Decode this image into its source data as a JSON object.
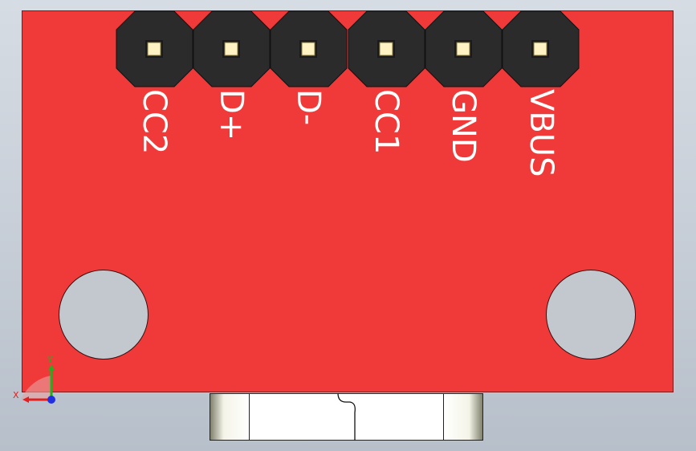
{
  "board": {
    "color": "#f03a3a",
    "pins": [
      {
        "label": "CC2"
      },
      {
        "label": "D+"
      },
      {
        "label": "D-"
      },
      {
        "label": "CC1"
      },
      {
        "label": "GND"
      },
      {
        "label": "VBUS"
      }
    ]
  },
  "axes": {
    "x_label": "X",
    "y_label": "Y",
    "x_color": "#e02020",
    "y_color": "#20b020",
    "z_color": "#2030e0"
  }
}
